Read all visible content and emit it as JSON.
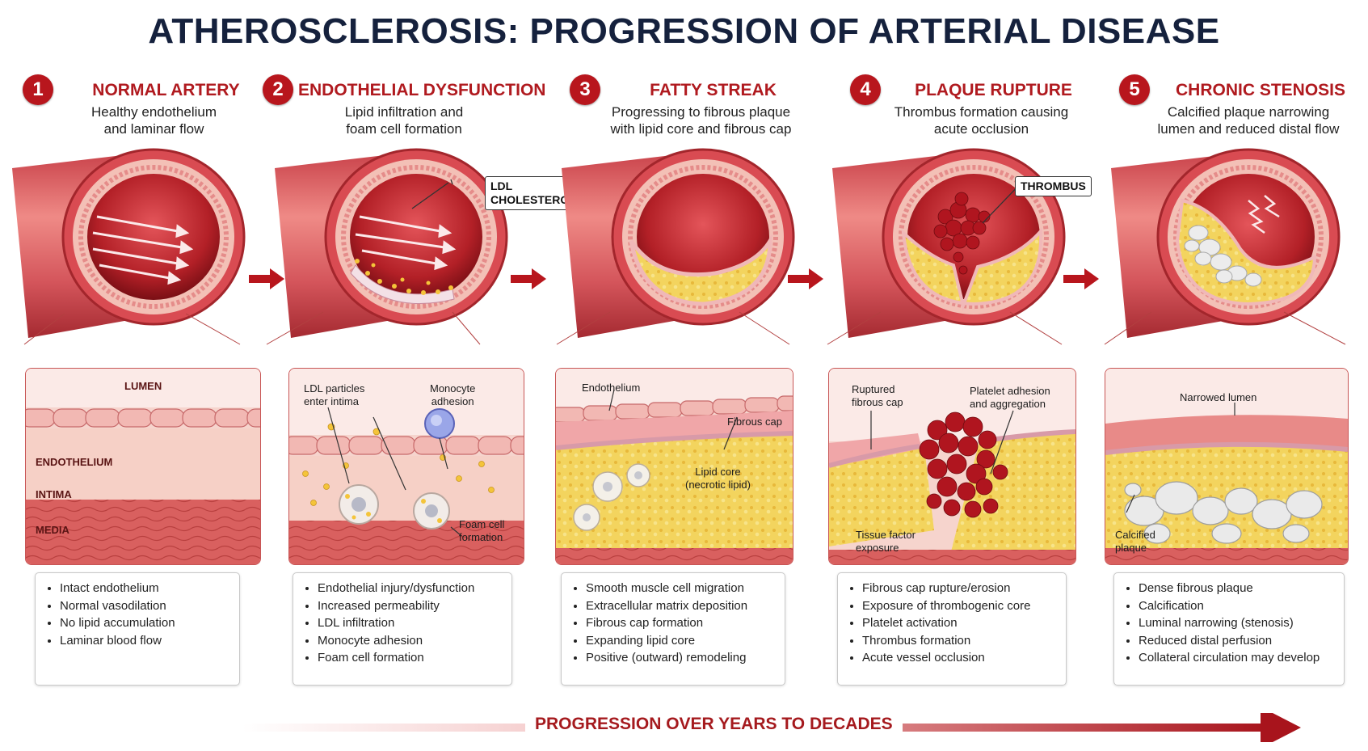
{
  "title": "ATHEROSCLEROSIS: PROGRESSION OF ARTERIAL DISEASE",
  "colors": {
    "accent": "#b8161d",
    "title": "#15213d",
    "tissue": "#e99a92",
    "plaque": "#f2d35a",
    "thrombus": "#a8141c",
    "calcium": "#e6e6e6"
  },
  "stages": [
    {
      "number": "1",
      "title": "NORMAL ARTERY",
      "subtitle": "Healthy endothelium\nand laminar flow",
      "inset_labels": {
        "lumen": "LUMEN",
        "endothelium": "ENDOTHELIUM",
        "intima": "INTIMA",
        "media": "MEDIA"
      },
      "bullets": [
        "Intact endothelium",
        "Normal vasodilation",
        "No lipid accumulation",
        "Laminar blood flow"
      ]
    },
    {
      "number": "2",
      "title": "ENDOTHELIAL DYSFUNCTION",
      "subtitle": "Lipid infiltration and\nfoam cell formation",
      "callout": "LDL\nCHOLESTEROL",
      "inset_labels": {
        "ldl": "LDL particles\nenter intima",
        "monocyte": "Monocyte\nadhesion",
        "foam": "Foam cell\nformation"
      },
      "bullets": [
        "Endothelial injury/dysfunction",
        "Increased permeability",
        "LDL infiltration",
        "Monocyte adhesion",
        "Foam cell formation"
      ]
    },
    {
      "number": "3",
      "title": "FATTY STREAK",
      "subtitle": "Progressing to fibrous plaque\nwith lipid core and fibrous cap",
      "inset_labels": {
        "endothelium": "Endothelium",
        "fibrous_cap": "Fibrous cap",
        "lipid_core": "Lipid core\n(necrotic lipid)"
      },
      "bullets": [
        "Smooth muscle cell migration",
        "Extracellular matrix deposition",
        "Fibrous cap formation",
        "Expanding lipid core",
        "Positive (outward) remodeling"
      ]
    },
    {
      "number": "4",
      "title": "PLAQUE RUPTURE",
      "subtitle": "Thrombus formation causing\nacute occlusion",
      "callout": "THROMBUS",
      "inset_labels": {
        "ruptured": "Ruptured\nfibrous cap",
        "platelet": "Platelet adhesion\nand aggregation",
        "tissue_factor": "Tissue factor\nexposure"
      },
      "bullets": [
        "Fibrous cap rupture/erosion",
        "Exposure of thrombogenic core",
        "Platelet activation",
        "Thrombus formation",
        "Acute vessel occlusion"
      ]
    },
    {
      "number": "5",
      "title": "CHRONIC STENOSIS",
      "subtitle": "Calcified plaque narrowing\nlumen and reduced distal flow",
      "inset_labels": {
        "narrowed": "Narrowed lumen",
        "calcified": "Calcified\nplaque"
      },
      "bullets": [
        "Dense fibrous plaque",
        "Calcification",
        "Luminal narrowing (stenosis)",
        "Reduced distal perfusion",
        "Collateral circulation may develop"
      ]
    }
  ],
  "progression": "PROGRESSION OVER YEARS TO DECADES"
}
